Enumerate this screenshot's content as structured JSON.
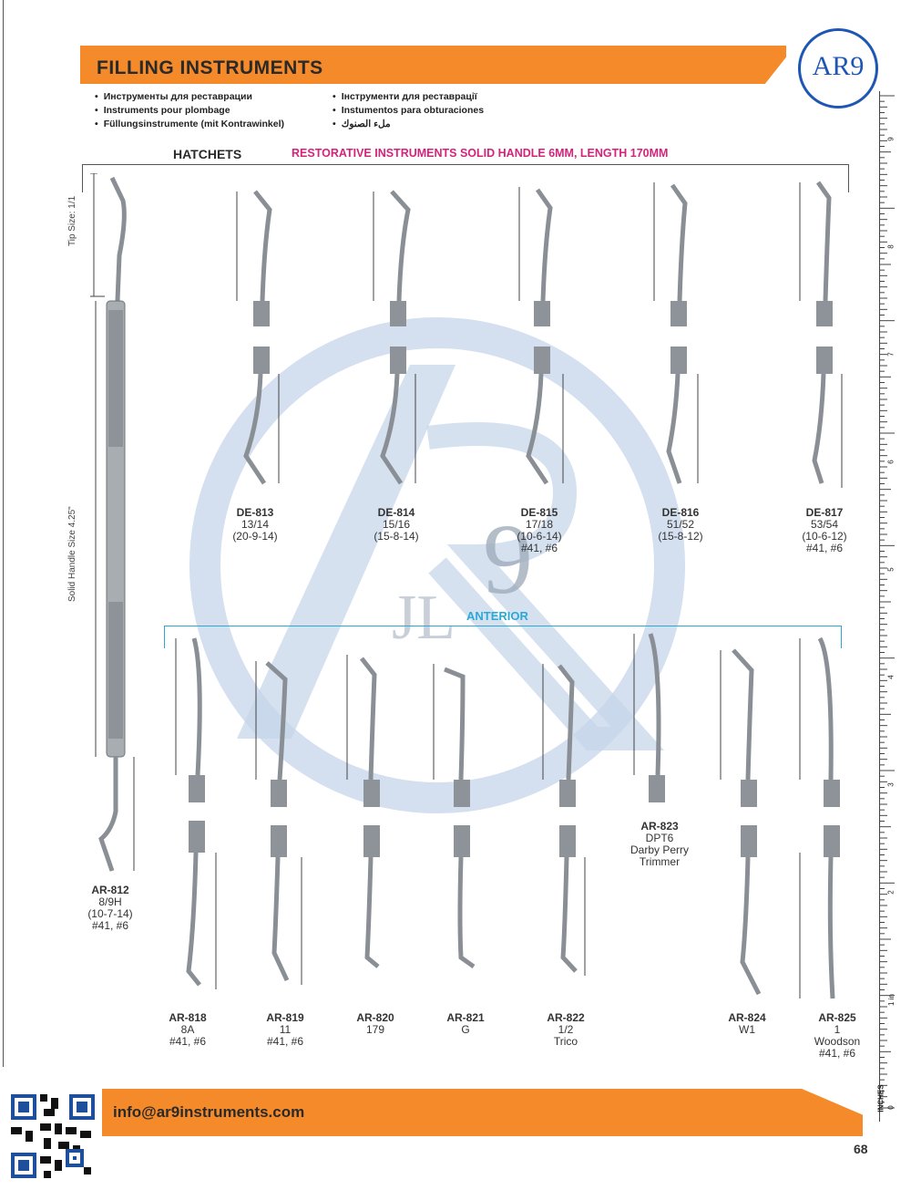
{
  "header": {
    "title": "FILLING INSTRUMENTS",
    "logo_text": "AR9"
  },
  "bullets_left": [
    "Инструменты для реставрации",
    "Instruments pour plombage",
    "Füllungsinstrumente (mit Kontrawinkel)"
  ],
  "bullets_right": [
    "Інструменти для реставрації",
    "Instumentos para obturaciones",
    "ملء الصنوك"
  ],
  "section_hatchets": {
    "label": "HATCHETS",
    "subtitle": "RESTORATIVE INSTRUMENTS SOLID HANDLE 6MM, LENGTH 170MM"
  },
  "section_anterior": {
    "label": "ANTERIOR"
  },
  "side_labels": {
    "tip_size": "Tip Size: 1/1",
    "handle_size": "Solid Handle Size 4.25\""
  },
  "hatchets": [
    {
      "code": "DE-813",
      "size": "13/14",
      "spec": "(20-9-14)",
      "tips": ""
    },
    {
      "code": "DE-814",
      "size": "15/16",
      "spec": "(15-8-14)",
      "tips": ""
    },
    {
      "code": "DE-815",
      "size": "17/18",
      "spec": "(10-6-14)",
      "tips": "#41, #6"
    },
    {
      "code": "DE-816",
      "size": "51/52",
      "spec": "(15-8-12)",
      "tips": ""
    },
    {
      "code": "DE-817",
      "size": "53/54",
      "spec": "(10-6-12)",
      "tips": "#41, #6"
    }
  ],
  "main_instrument": {
    "code": "AR-812",
    "size": "8/9H",
    "spec": "(10-7-14)",
    "tips": "#41, #6"
  },
  "anterior": [
    {
      "code": "AR-818",
      "line1": "8A",
      "line2": "#41, #6",
      "line3": ""
    },
    {
      "code": "AR-819",
      "line1": "11",
      "line2": "#41, #6",
      "line3": ""
    },
    {
      "code": "AR-820",
      "line1": "179",
      "line2": "",
      "line3": ""
    },
    {
      "code": "AR-821",
      "line1": "G",
      "line2": "",
      "line3": ""
    },
    {
      "code": "AR-822",
      "line1": "1/2",
      "line2": "Trico",
      "line3": ""
    },
    {
      "code": "AR-824",
      "line1": "W1",
      "line2": "",
      "line3": ""
    },
    {
      "code": "AR-825",
      "line1": "1",
      "line2": "Woodson",
      "line3": "#41, #6"
    }
  ],
  "anterior_special": {
    "code": "AR-823",
    "line1": "DPT6",
    "line2": "Darby Perry",
    "line3": "Trimmer"
  },
  "ruler": {
    "unit": "INCHES",
    "labels": [
      "0",
      "1 in",
      "2",
      "3",
      "4",
      "5",
      "6",
      "7",
      "8",
      "9"
    ]
  },
  "footer": {
    "email": "info@ar9instruments.com",
    "page_number": "68"
  },
  "colors": {
    "accent_orange": "#f48a2a",
    "magenta": "#d4237a",
    "cyan": "#2aa9d6",
    "logo_blue": "#1e56b4"
  }
}
